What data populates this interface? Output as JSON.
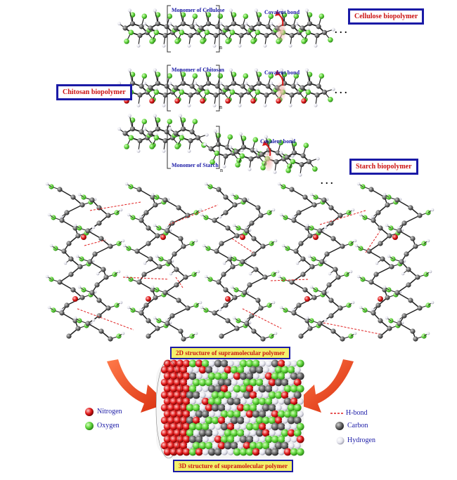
{
  "polymers": {
    "cellulose": {
      "monomer_label": "Monomer of Cellulose",
      "bond_label": "Covalent bond",
      "box_label": "Cellulose  biopolymer",
      "subscript": "n"
    },
    "chitosan": {
      "monomer_label": "Monomer of Chitosan",
      "bond_label": "Covalent bond",
      "box_label": "Chitosan  biopolymer",
      "subscript": "n"
    },
    "starch": {
      "monomer_label": "Monomer of Starch",
      "bond_label": "Covalent bond",
      "box_label": "Starch  biopolymer",
      "subscript": "n"
    }
  },
  "ellipsis": ". . .",
  "structure_2d_label": "2D structure of supramolecular polymer",
  "structure_3d_label": "3D structure of supramolecular polymer",
  "legend": {
    "nitrogen": "Nitrogen",
    "oxygen": "Oxygen",
    "hbond": "H-bond",
    "carbon": "Carbon",
    "hydrogen": "Hydrogen"
  },
  "colors": {
    "box_border": "#1a1aa6",
    "box_text": "#cc1111",
    "label_blue": "#1a1aa6",
    "oxygen": "#5fd43a",
    "nitrogen": "#e01818",
    "carbon": "#555555",
    "hydrogen": "#e6e6ee",
    "hbond": "#e02020",
    "arrow": "#e8401c",
    "struct_label_bg": "#f3f06a"
  }
}
